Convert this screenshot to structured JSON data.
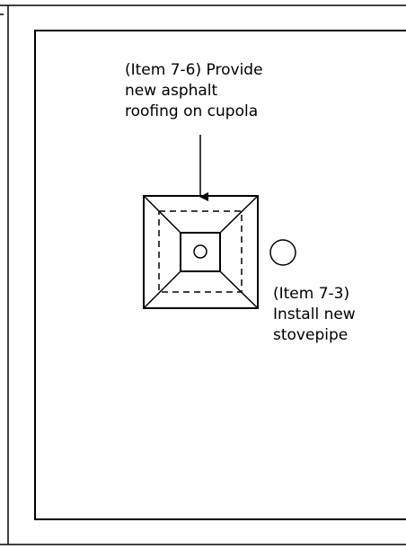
{
  "colors": {
    "line": "#000000",
    "background": "#ffffff"
  },
  "annotations": {
    "cupola": {
      "lines": [
        "(Item 7-6) Provide",
        "new asphalt",
        "roofing on cupola"
      ]
    },
    "stovepipe": {
      "lines": [
        "(Item 7-3)",
        "Install new",
        "stovepipe"
      ]
    }
  }
}
